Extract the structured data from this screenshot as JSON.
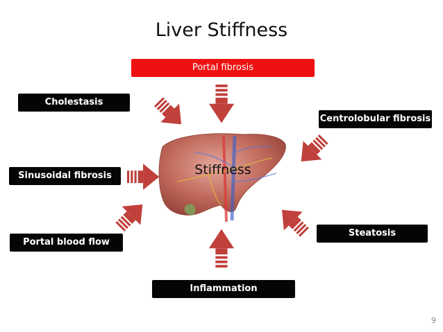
{
  "slide": {
    "title": "Liver Stiffness",
    "center_label": "Stiffness",
    "page_number": "9"
  },
  "factors": [
    {
      "label": "Portal fibrosis",
      "highlight": true
    },
    {
      "label": "Cholestasis"
    },
    {
      "label": "Centrolobular fibrosis"
    },
    {
      "label": "Sinusoidal fibrosis"
    },
    {
      "label": "Portal blood flow"
    },
    {
      "label": "Steatosis"
    },
    {
      "label": "Inflammation"
    }
  ],
  "colors": {
    "arrow": "#c0403c",
    "box": "#050505",
    "highlight_box": "#ee1111",
    "liver": "#b5574c"
  },
  "icons": {
    "center_image": "liver-illustration",
    "arrows": "arrow-icon"
  }
}
